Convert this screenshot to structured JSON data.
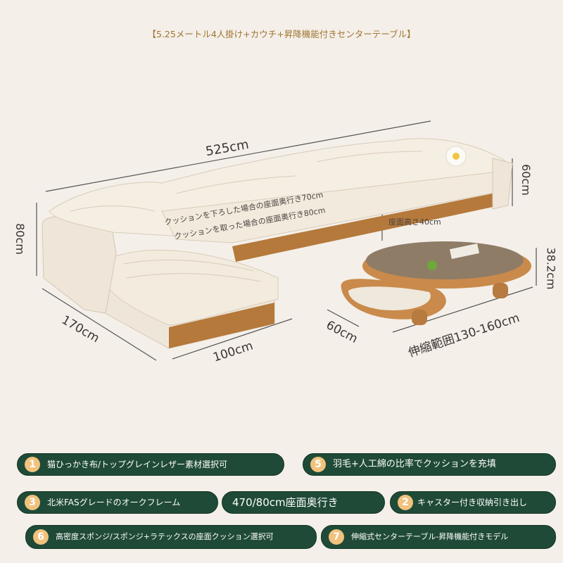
{
  "title": "【5.25メートル4人掛け+カウチ+昇降機能付きセンターテーブル】",
  "dimensions": {
    "width_total": "525cm",
    "height_back": "80cm",
    "height_right": "60cm",
    "chaise_length": "170cm",
    "chaise_width": "100cm",
    "table_height": "38.2cm",
    "table_depth": "60cm",
    "table_extension": "伸縮範囲130-160cm"
  },
  "notes": {
    "depth_lowered": "クッションを下ろした場合の座面奥行き70cm",
    "depth_removed": "クッションを取った場合の座面奥行き80cm",
    "seat_height": "座面高さ40cm"
  },
  "features": [
    {
      "num": "1",
      "text": "猫ひっかき布/トップグレインレザー素材選択可"
    },
    {
      "num": "5",
      "text": "羽毛+人工綿の比率でクッションを充填"
    },
    {
      "num": "3",
      "text": "北米FASグレードのオークフレーム"
    },
    {
      "num": "",
      "text": "470/80cm座面奥行き"
    },
    {
      "num": "2",
      "text": "キャスター付き収納引き出し"
    },
    {
      "num": "6",
      "text": "高密度スポンジ/スポンジ+ラテックスの座面クッション選択可"
    },
    {
      "num": "7",
      "text": "伸縮式センターテーブル-昇降機能付きモデル"
    }
  ]
}
